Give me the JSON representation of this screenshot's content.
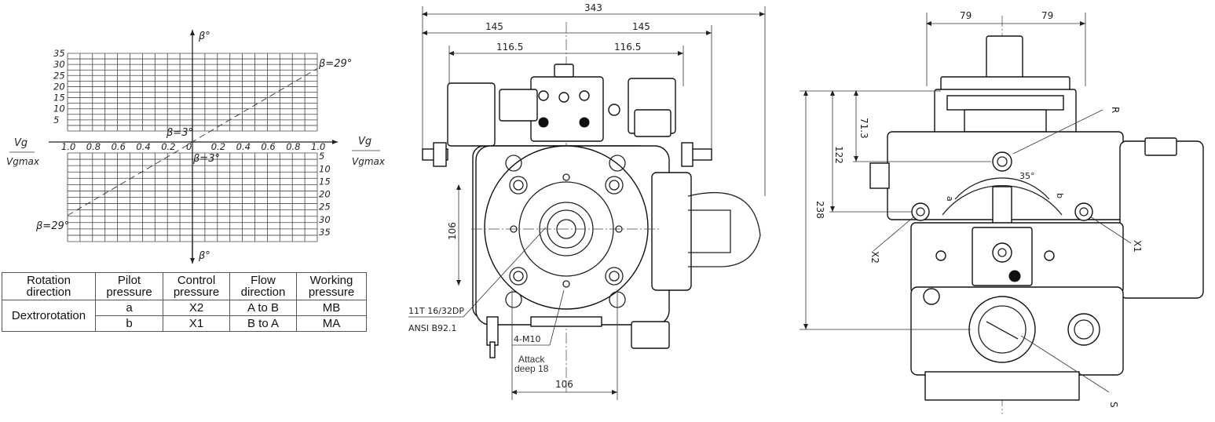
{
  "chart": {
    "x_label_top_left": "Vg",
    "x_label_bottom_left": "Vgmax",
    "x_label_top_right": "Vg",
    "x_label_bottom_right": "Vgmax",
    "y_label_top": "β°",
    "y_label_bottom": "β°",
    "x_ticks": [
      "1.0",
      "0.8",
      "0.6",
      "0.4",
      "0.2",
      "0",
      "0.2",
      "0.4",
      "0.6",
      "0.8",
      "1.0"
    ],
    "y_ticks_upper": [
      "35",
      "30",
      "25",
      "20",
      "15",
      "10",
      "5"
    ],
    "y_ticks_lower": [
      "5",
      "10",
      "15",
      "20",
      "25",
      "30",
      "35"
    ],
    "annot_max_pos": "β=29°",
    "annot_min_pos": "β=3°",
    "annot_min_neg": "β=3°",
    "annot_max_neg": "β=29°"
  },
  "chart_data": {
    "type": "line",
    "title": "",
    "xlabel": "Vg/Vgmax",
    "ylabel": "β°",
    "xlim": [
      -1.0,
      1.0
    ],
    "ylim": [
      -35,
      35
    ],
    "grid": true,
    "series": [
      {
        "x": [
          -1.0,
          -0.1,
          0.1,
          1.0
        ],
        "y": [
          -29,
          -3,
          3,
          29
        ]
      }
    ]
  },
  "table": {
    "headers": [
      "Rotation direction",
      "Pilot pressure",
      "Control pressure",
      "Flow direction",
      "Working pressure"
    ],
    "rows": [
      [
        "Dextrorotation",
        "a",
        "X2",
        "A to B",
        "MB"
      ],
      [
        "",
        "b",
        "X1",
        "B to A",
        "MA"
      ]
    ]
  },
  "front_view": {
    "dim_total": "343",
    "dim_left": "145",
    "dim_right": "145",
    "dim_left_inner": "116.5",
    "dim_right_inner": "116.5",
    "dim_vertical": "106",
    "dim_bottom": "106",
    "spline_line1": "11T 16/32DP",
    "spline_line2": "ANSI B92.1",
    "thread_label": "4-M10",
    "attack_line1": "Attack",
    "attack_line2": "deep 18"
  },
  "side_view": {
    "dim_left": "79",
    "dim_right": "79",
    "dim_713": "71.3",
    "dim_122": "122",
    "dim_238": "238",
    "port_r": "R",
    "port_x1": "X1",
    "port_x2": "X2",
    "port_s": "S",
    "angle_35": "35°",
    "swash_a": "a",
    "swash_b": "b"
  }
}
